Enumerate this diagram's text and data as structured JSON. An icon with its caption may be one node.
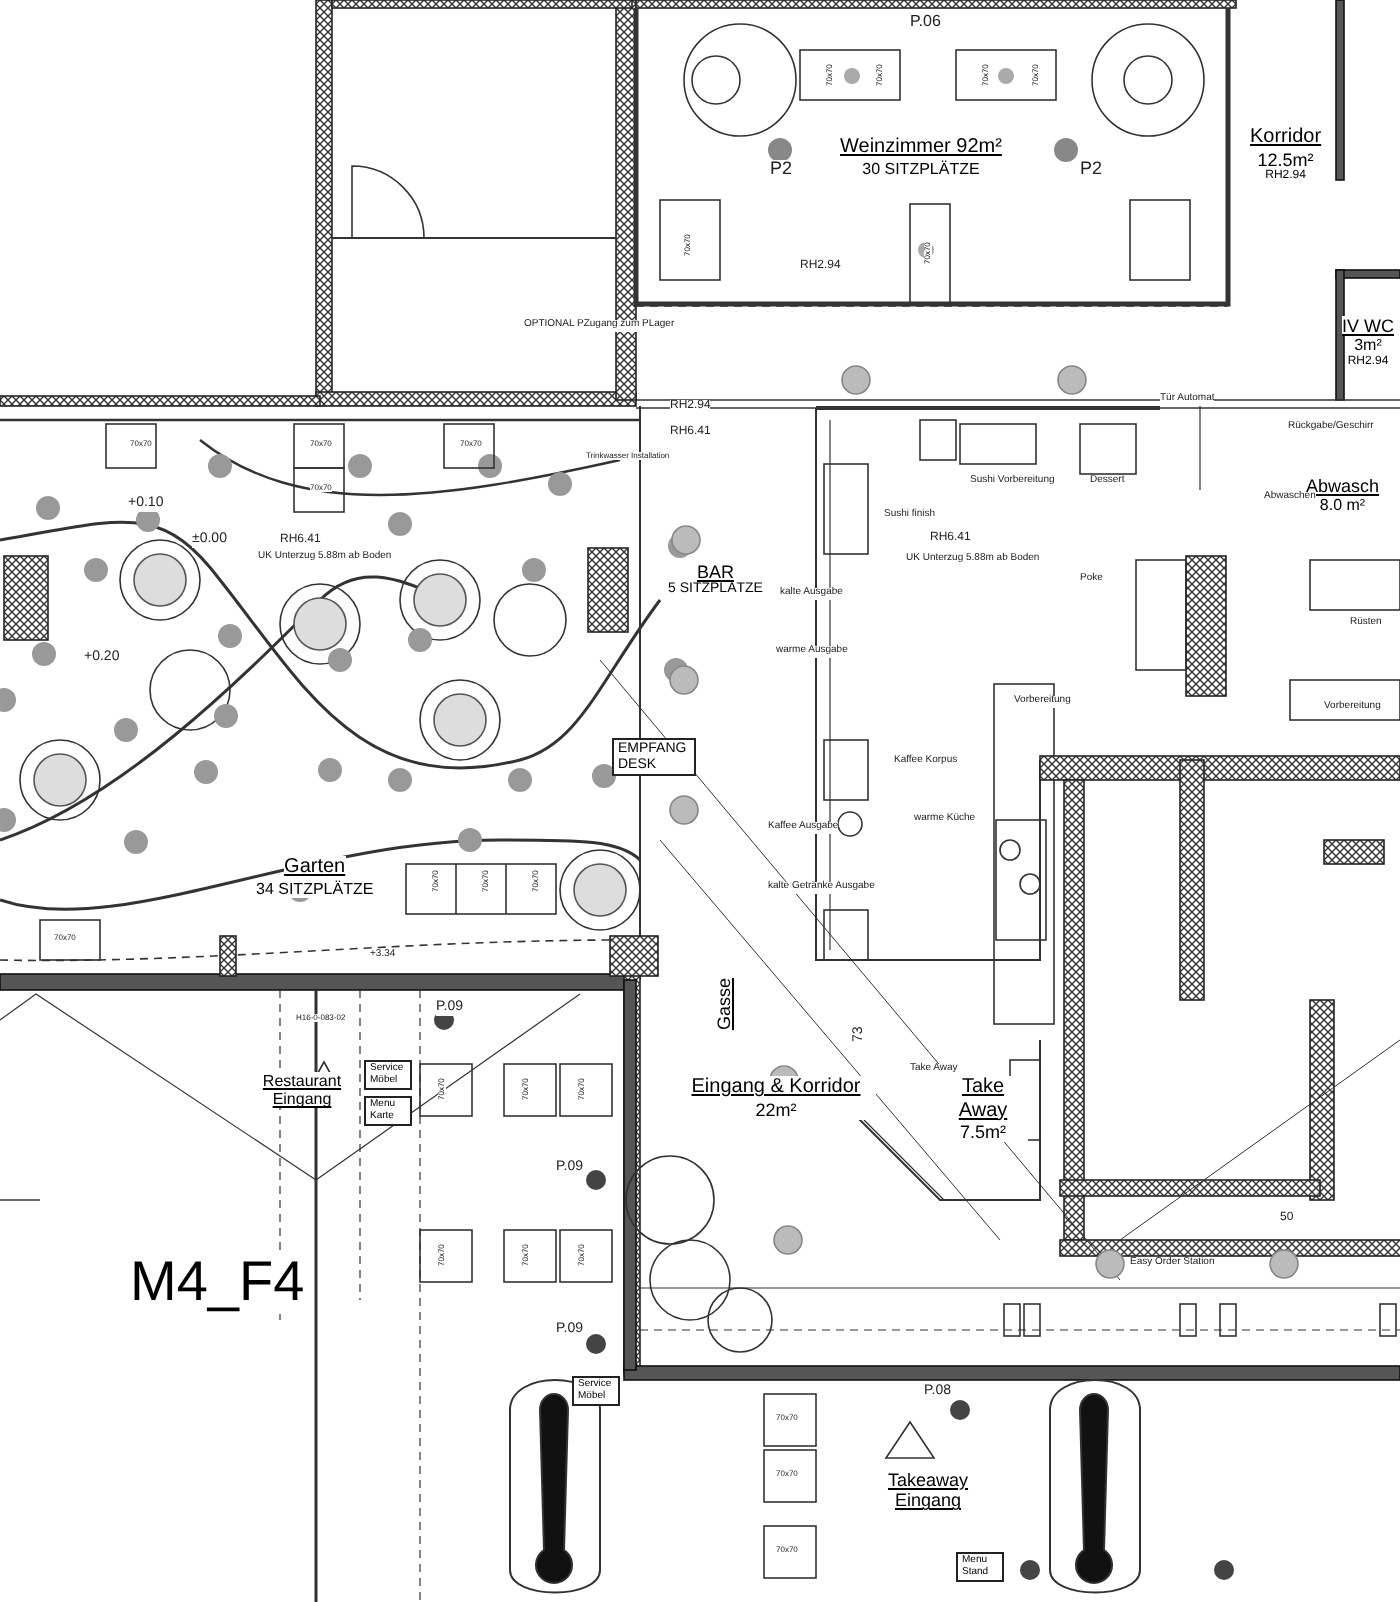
{
  "diagram": {
    "nodes": [
      {
        "text": [
          "Weinzimmer 92m²",
          "30 SITZPLÄTZE"
        ]
      },
      {
        "text": [
          "Korridor",
          "12.5m²",
          "RH2.94"
        ]
      },
      {
        "text": [
          "IV WC",
          "3m²",
          "RH2.94"
        ]
      },
      {
        "text": [
          "Abwasch",
          "8.0 m²"
        ]
      },
      {
        "text": [
          "BAR",
          "5 SITZPLÄTZE"
        ]
      },
      {
        "text": [
          "Garten",
          "34 SITZPLÄTZE"
        ]
      },
      {
        "text": [
          "EMPFANG DESK"
        ]
      },
      {
        "text": [
          "Gasse"
        ]
      },
      {
        "text": [
          "Eingang & Korridor",
          "22m²"
        ]
      },
      {
        "text": [
          "Take Away",
          "7.5m²"
        ]
      },
      {
        "text": [
          "M4_F4"
        ]
      },
      {
        "text": [
          "Restaurant Eingang"
        ]
      },
      {
        "text": [
          "Service Möbel"
        ]
      },
      {
        "text": [
          "Menu Karte"
        ]
      },
      {
        "text": [
          "Service Möbel"
        ]
      },
      {
        "text": [
          "Takeaway Eingang"
        ]
      },
      {
        "text": [
          "Menu Stand"
        ]
      }
    ],
    "labels": [
      "P.06",
      "P2",
      "P2",
      "RH2.94",
      "OPTIONAL PZugang zum PLager",
      "RH2.94",
      "RH6.41",
      "+0.10",
      "±0.00",
      "+0.20",
      "RH6.41",
      "UK Unterzug 5.88m ab Boden",
      "Trinkwasser Installation",
      "Tür Automat",
      "Rückgabe/Geschirr",
      "Sushi Vorbereitung",
      "Dessert",
      "Sushi finish",
      "RH6.41",
      "UK Unterzug 5.88m ab Boden",
      "Poke",
      "Abwaschen",
      "Rüsten",
      "kalte Ausgabe",
      "warme Ausgabe",
      "Vorbereitung",
      "Vorbereitung",
      "Kaffee Korpus",
      "warme Küche",
      "Kaffee Ausgabe",
      "kalte Getränke Ausgabe",
      "Take Away",
      "Easy Order Station",
      "+3.34",
      "H16-0-083-02",
      "P.09",
      "P.09",
      "P.09",
      "P.08",
      "73",
      "50",
      "70x70",
      "70x70",
      "70x70",
      "70x70",
      "70x70",
      "70x70",
      "70x70",
      "70x70",
      "70x70",
      "70x70",
      "70x70",
      "70x70",
      "70x70",
      "70x70",
      "70x70",
      "70x70",
      "70x70",
      "70x70",
      "70x70",
      "70x70",
      "70x70",
      "70x70",
      "70x70"
    ]
  }
}
